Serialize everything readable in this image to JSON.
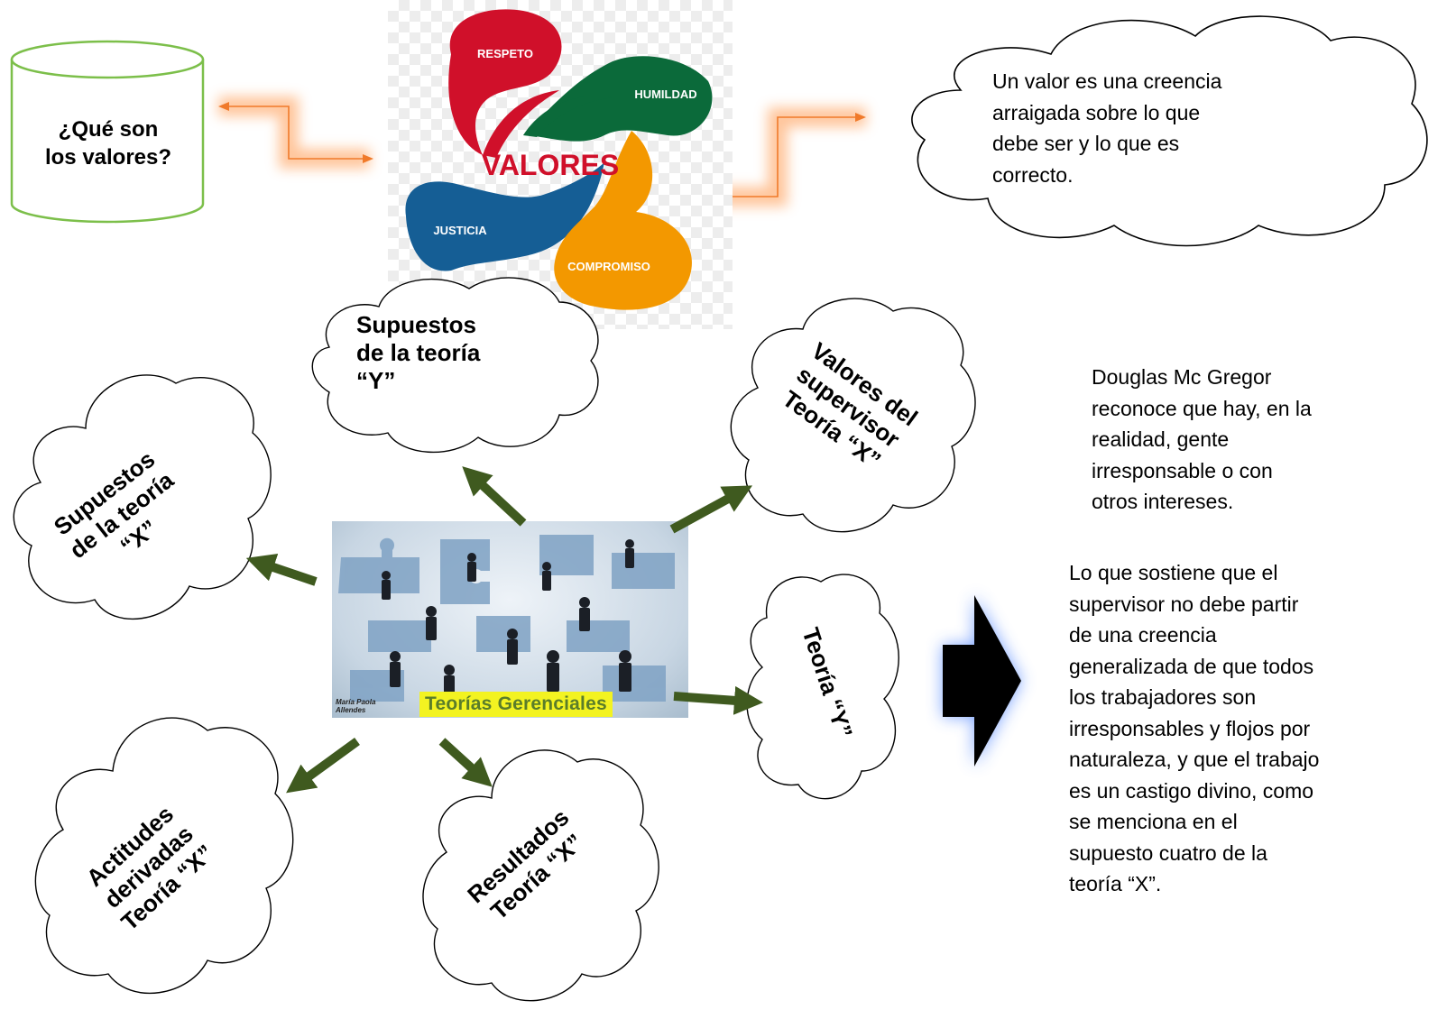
{
  "header_fragment": "",
  "cylinder": {
    "text": "¿Qué son\nlos valores?"
  },
  "valores_graphic": {
    "center": "VALORES",
    "petals": [
      "RESPETO",
      "HUMILDAD",
      "JUSTICIA",
      "COMPROMISO"
    ],
    "colors": {
      "respeto": "#d0102a",
      "humildad": "#0b6a3a",
      "justicia": "#155e95",
      "compromiso": "#f39800",
      "center_text": "#d0102a"
    }
  },
  "definition_cloud": {
    "text": "Un valor es una creencia\narraigada sobre lo que\ndebe ser y lo que es\ncorrecto."
  },
  "clouds": {
    "supuestos_y": "Supuestos\nde la teoría\n“Y”",
    "valores_supervisor_x": "Valores del\nsupervisor\nTeoría “X”",
    "supuestos_x": "Supuestos\nde la teoría\n“X”",
    "teoria_y": "Teoría “Y”",
    "actitudes_x": "Actitudes\nderivadas\nTeoría “X”",
    "resultados_x": "Resultados\nTeoría “X”"
  },
  "center_image": {
    "banner": "Teorías Gerenciales",
    "credit": "María Paola\nAllendes"
  },
  "paragraphs": {
    "mcgregor": "Douglas Mc Gregor\nreconoce que hay, en la\nrealidad, gente\nirresponsable o con\notros intereses.",
    "sostiene": "Lo que sostiene que el\nsupervisor no debe partir\nde una creencia\ngeneralizada de que todos\nlos trabajadores son\nirresponsables y flojos por\nnaturaleza, y que el trabajo\nes un castigo divino, como\nse menciona en el\nsupuesto cuatro de la\nteoría “X”."
  },
  "colors": {
    "arrow_green": "#3f5a1f",
    "connector_orange": "#f07a2a",
    "glow_orange": "#ffb27a",
    "glow_blue": "#6f9bff",
    "cylinder_stroke": "#7cbf4a",
    "big_arrow": "#000000"
  }
}
